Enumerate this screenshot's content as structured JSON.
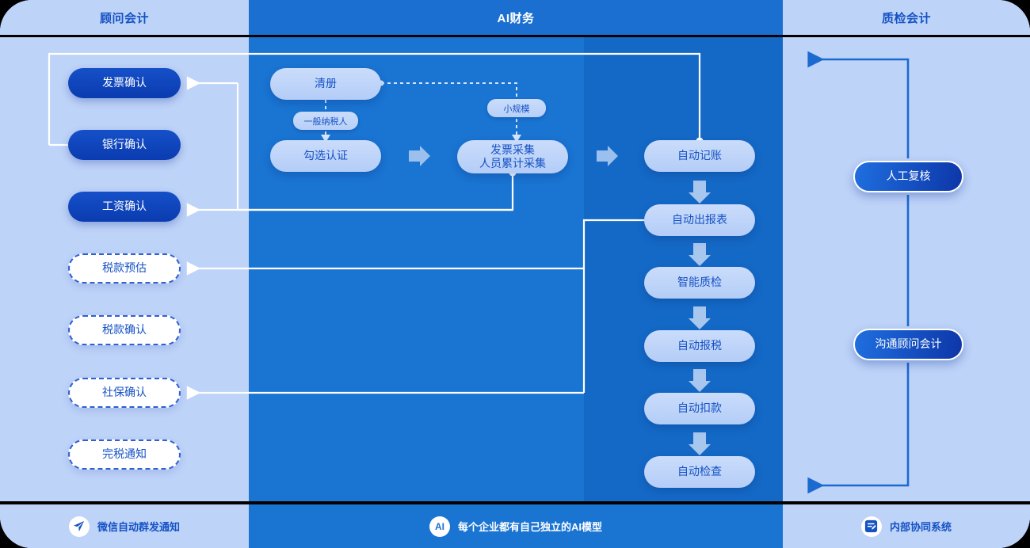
{
  "headers": {
    "left": "顾问会计",
    "mid": "AI财务",
    "right": "质检会计"
  },
  "colors": {
    "panel_light": "#bed3f8",
    "panel_blue": "#1a74d2",
    "accent_dark": "#0b3bb0",
    "text_blue": "#1552c4",
    "connector_white": "#ffffff",
    "connector_blue": "#1a6ad0"
  },
  "advisor_nodes": [
    {
      "label": "发票确认",
      "style": "solid"
    },
    {
      "label": "银行确认",
      "style": "solid"
    },
    {
      "label": "工资确认",
      "style": "solid"
    },
    {
      "label": "税款预估",
      "style": "dashed"
    },
    {
      "label": "税款确认",
      "style": "dashed"
    },
    {
      "label": "社保确认",
      "style": "dashed"
    },
    {
      "label": "完税通知",
      "style": "dashed"
    }
  ],
  "ai_nodes": [
    {
      "label": "清册"
    },
    {
      "label": "勾选认证"
    },
    {
      "label": "发票采集\n人员累计采集",
      "line1": "发票采集",
      "line2": "人员累计采集"
    },
    {
      "label": "自动记账"
    },
    {
      "label": "自动出报表"
    },
    {
      "label": "智能质检"
    },
    {
      "label": "自动报税"
    },
    {
      "label": "自动扣款"
    },
    {
      "label": "自动检查"
    }
  ],
  "ai_condition_chips": [
    {
      "label": "一般纳税人"
    },
    {
      "label": "小规模"
    }
  ],
  "qc_nodes": [
    {
      "label": "人工复核"
    },
    {
      "label": "沟通顾问会计"
    }
  ],
  "footer": [
    {
      "icon": "paper-plane-icon",
      "label": "微信自动群发通知"
    },
    {
      "icon": "ai-badge-icon",
      "icon_text": "AI",
      "label": "每个企业都有自己独立的AI模型"
    },
    {
      "icon": "document-edit-icon",
      "label": "内部协同系统"
    }
  ]
}
